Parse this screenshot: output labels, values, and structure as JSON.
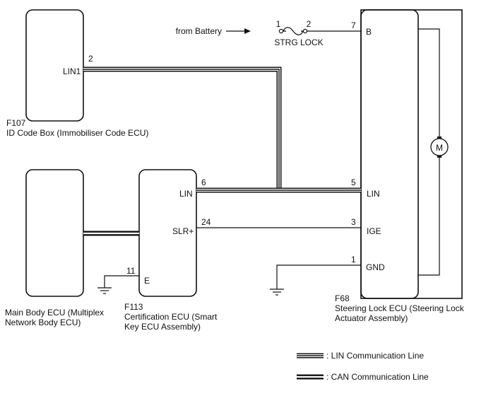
{
  "components": {
    "id_code_box": {
      "code": "F107",
      "name": "ID Code Box (Immobiliser Code ECU)",
      "pin_lin1": {
        "num": "2",
        "name": "LIN1"
      }
    },
    "main_body_ecu": {
      "name_line1": "Main Body ECU (Multiplex",
      "name_line2": "Network Body ECU)"
    },
    "certification_ecu": {
      "code": "F113",
      "name_line1": "Certification ECU (Smart",
      "name_line2": "Key ECU Assembly)",
      "pin_lin": {
        "num": "6",
        "name": "LIN"
      },
      "pin_slr": {
        "num": "24",
        "name": "SLR+"
      },
      "pin_e": {
        "num": "11",
        "name": "E"
      }
    },
    "steering_lock_ecu": {
      "code": "F68",
      "name_line1": "Steering Lock ECU (Steering Lock",
      "name_line2": "Actuator Assembly)",
      "pin_b": {
        "num": "7",
        "name": "B"
      },
      "pin_lin": {
        "num": "5",
        "name": "LIN"
      },
      "pin_ige": {
        "num": "3",
        "name": "IGE"
      },
      "pin_gnd": {
        "num": "1",
        "name": "GND"
      },
      "motor_symbol": "M"
    }
  },
  "battery": {
    "label": "from Battery"
  },
  "fuse": {
    "name": "STRG LOCK",
    "pin1": "1",
    "pin2": "2"
  },
  "legend": [
    {
      "name": "lin",
      "label": ": LIN Communication Line"
    },
    {
      "name": "can",
      "label": ": CAN Communication Line"
    }
  ]
}
